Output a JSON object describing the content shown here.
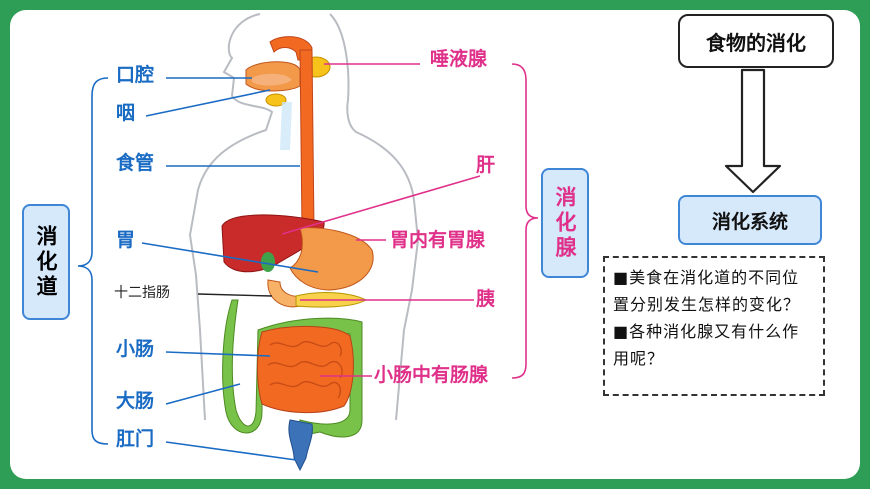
{
  "left_labels": {
    "mouth": "口腔",
    "pharynx": "咽",
    "esophagus": "食管",
    "stomach": "胃",
    "duodenum": "十二指肠",
    "small_intestine": "小肠",
    "large_intestine": "大肠",
    "anus": "肛门"
  },
  "right_labels": {
    "salivary": "唾液腺",
    "liver": "肝",
    "gastric": "胃内有胃腺",
    "pancreas": "胰",
    "intestinal": "小肠中有肠腺"
  },
  "group_left": "消化道",
  "group_right": "消化腺",
  "flow": {
    "top": "食物的消化",
    "bottom": "消化系统"
  },
  "questions": [
    "■美食在消化道的不同位置分别发生怎样的变化？",
    "■各种消化腺又有什么作用呢？"
  ],
  "colors": {
    "frame": "#2e9e57",
    "blue_label": "#1a6bc4",
    "pink_label": "#e0318a",
    "box_fill": "#d6e9fb",
    "box_border": "#3f86d6"
  }
}
